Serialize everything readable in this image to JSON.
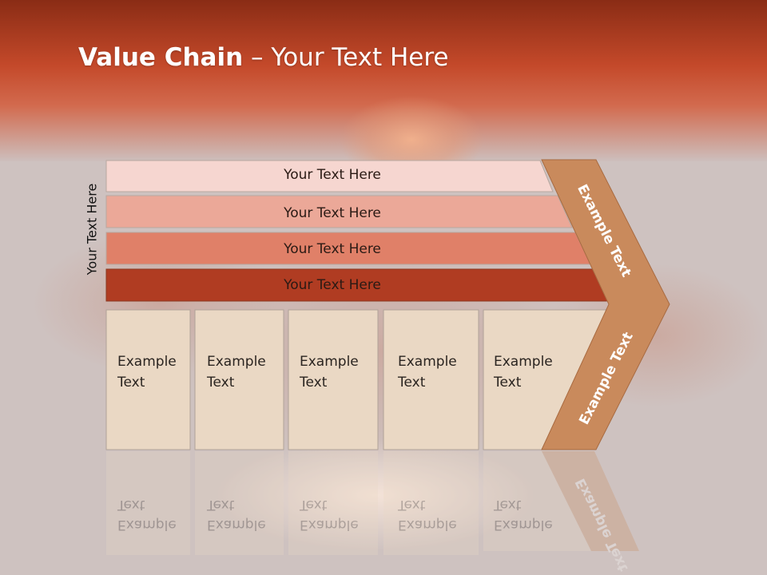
{
  "slide": {
    "title_bold": "Value Chain",
    "title_rest": " – Your Text Here",
    "side_label": "Your Text Here"
  },
  "bars": [
    {
      "label": "Your Text Here",
      "color": "#f6d6d0"
    },
    {
      "label": "Your Text Here",
      "color": "#eba898"
    },
    {
      "label": "Your Text Here",
      "color": "#e08068"
    },
    {
      "label": "Your Text Here",
      "color": "#b03c22"
    }
  ],
  "boxes": [
    {
      "line1": "Example",
      "line2": "Text"
    },
    {
      "line1": "Example",
      "line2": "Text"
    },
    {
      "line1": "Example",
      "line2": "Text"
    },
    {
      "line1": "Example",
      "line2": "Text"
    },
    {
      "line1": "Example",
      "line2": "Text"
    }
  ],
  "chevron": {
    "upper_label": "Example Text",
    "lower_label": "Example Text",
    "color": "#c98a5c"
  },
  "colors": {
    "header_top": "#8c2e16",
    "header_bottom": "#c84a28",
    "box_fill": "#ead8c4"
  }
}
